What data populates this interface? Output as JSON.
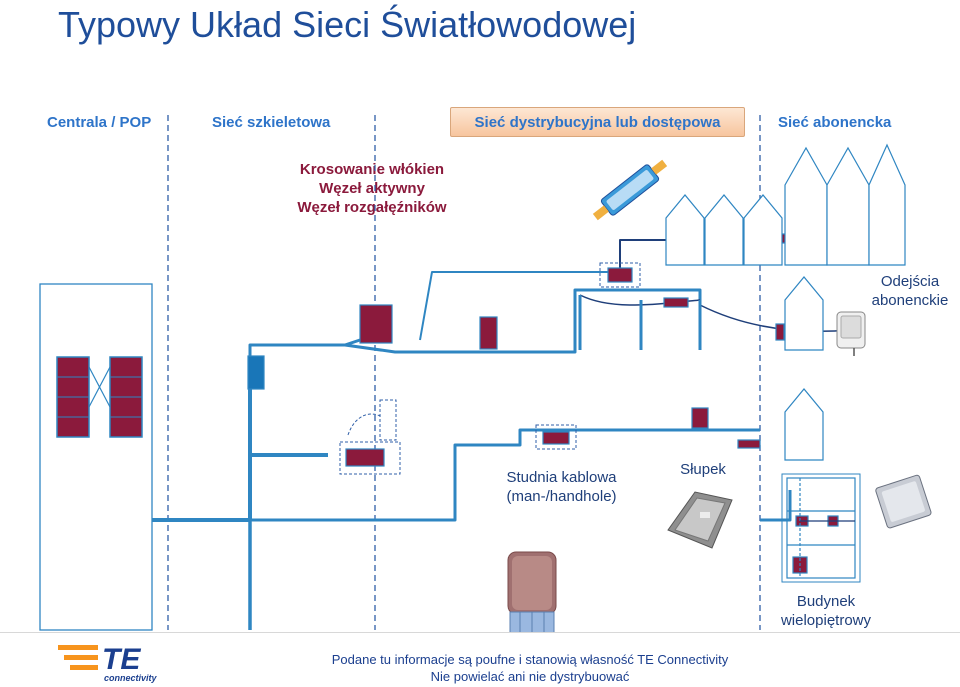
{
  "title": "Typowy Układ Sieci Światłowodowej",
  "columns": {
    "pop": "Centrala / POP",
    "backbone": "Sieć szkieletowa",
    "distribution": "Sieć dystrybucyjna lub dostępowa",
    "subscriber": "Sieć abonencka"
  },
  "node_labels": {
    "line1": "Krosowanie włókien",
    "line2": "Węzeł aktywny",
    "line3": "Węzeł rozgałęźników"
  },
  "labels": {
    "manhole_line1": "Studnia kablowa",
    "manhole_line2": "(man-/handhole)",
    "pole": "Słupek",
    "drops_line1": "Odejścia",
    "drops_line2": "abonenckie",
    "building_line1": "Budynek",
    "building_line2": "wielopiętrowy"
  },
  "footer": {
    "line1": "Podane tu informacje są poufne i stanowią własność TE Connectivity",
    "line2": "Nie powielać ani nie dystrybuować"
  },
  "brand": {
    "logo": "TE",
    "sub": "connectivity"
  },
  "colors": {
    "cable": "#2f86c2",
    "closure": "#8b1a3c",
    "navy": "#1f3f7a",
    "accent": "#f7b58a"
  }
}
